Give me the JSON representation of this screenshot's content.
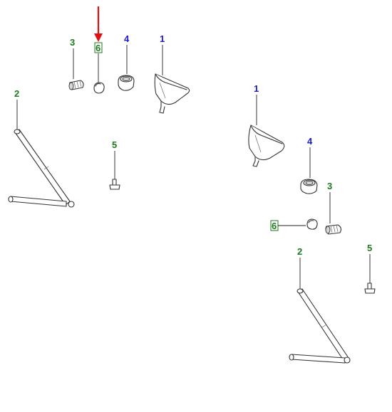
{
  "callouts": {
    "left_3": "3",
    "left_6": "6",
    "left_4": "4",
    "left_1": "1",
    "left_2": "2",
    "left_5": "5",
    "right_1": "1",
    "right_4": "4",
    "right_3": "3",
    "right_6": "6",
    "right_2": "2",
    "right_5": "5"
  },
  "colors": {
    "callout_green": "#1e7a1e",
    "callout_blue": "#1a1ad6",
    "pointer_arrow": "#e01010",
    "part_outline": "#333333"
  },
  "icons": {
    "pointer": "red-down-arrow"
  }
}
